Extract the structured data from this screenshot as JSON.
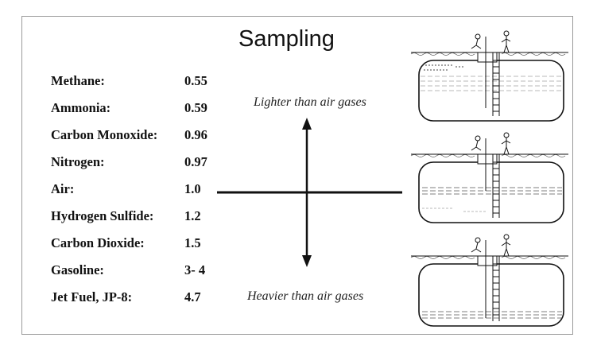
{
  "title": "Sampling",
  "gases": [
    {
      "name": "Methane:",
      "value": "0.55"
    },
    {
      "name": "Ammonia:",
      "value": "0.59"
    },
    {
      "name": "Carbon Monoxide:",
      "value": "0.96"
    },
    {
      "name": "Nitrogen:",
      "value": "0.97"
    },
    {
      "name": "Air:",
      "value": "1.0"
    },
    {
      "name": "Hydrogen Sulfide:",
      "value": "1.2"
    },
    {
      "name": "Carbon Dioxide:",
      "value": "1.5"
    },
    {
      "name": "Gasoline:",
      "value": "3- 4"
    },
    {
      "name": "Jet Fuel, JP-8:",
      "value": "4.7"
    }
  ],
  "labels": {
    "lighter": "Lighter than air gases",
    "heavier": "Heavier than air gases"
  },
  "tanks": [
    {
      "name": "tank-top",
      "gas_layer": "top"
    },
    {
      "name": "tank-middle",
      "gas_layer": "middle"
    },
    {
      "name": "tank-bottom",
      "gas_layer": "bottom"
    }
  ],
  "colors": {
    "ink": "#111111",
    "frame": "#9a9a9a"
  }
}
